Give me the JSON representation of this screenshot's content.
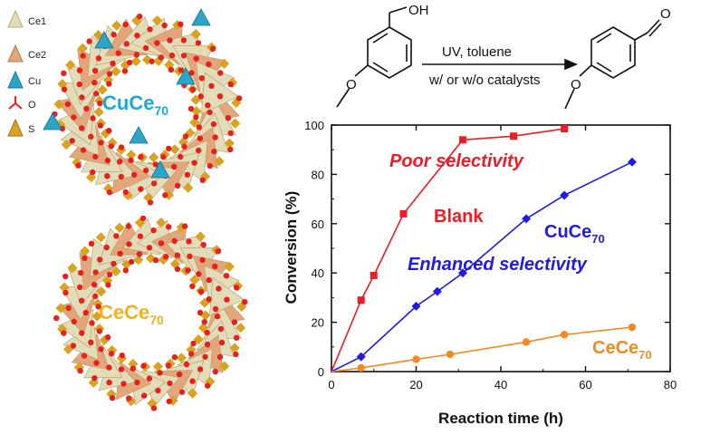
{
  "legend": {
    "items": [
      {
        "label": "Ce1",
        "color": "#e3dcb8"
      },
      {
        "label": "Ce2",
        "color": "#e3a67a"
      },
      {
        "label": "Cu",
        "color": "#2aa6c8"
      },
      {
        "label": "O",
        "color": "#e8201c"
      },
      {
        "label": "S",
        "color": "#d9a21f"
      }
    ]
  },
  "rings": {
    "top": {
      "base": "CuCe",
      "sub": "70",
      "color": "#1ea8cf"
    },
    "bottom": {
      "base": "CeCe",
      "sub": "70",
      "color": "#f2b21a"
    }
  },
  "scheme": {
    "reactant_group": "OH",
    "product_group": "O",
    "methoxy": "O",
    "arrow_top": "UV, toluene",
    "arrow_bottom": "w/  or w/o  catalysts"
  },
  "chart_data": {
    "type": "line",
    "xlabel": "Reaction time (h)",
    "ylabel": "Conversion (%)",
    "xlim": [
      0,
      80
    ],
    "ylim": [
      0,
      100
    ],
    "xticks": [
      0,
      20,
      40,
      60,
      80
    ],
    "yticks": [
      0,
      20,
      40,
      60,
      80,
      100
    ],
    "series": [
      {
        "name": "Blank",
        "color": "#ee1c25",
        "marker": "square",
        "x": [
          0,
          7,
          10,
          17,
          31,
          43,
          55
        ],
        "y": [
          0,
          29,
          39,
          64,
          94,
          95.5,
          98.5
        ]
      },
      {
        "name": "CuCe",
        "sub": "70",
        "color": "#1f1ae8",
        "marker": "diamond",
        "x": [
          0,
          7,
          20,
          25,
          31,
          46,
          55,
          71
        ],
        "y": [
          0,
          6,
          26.5,
          32.5,
          40,
          62,
          71.5,
          85
        ]
      },
      {
        "name": "CeCe",
        "sub": "70",
        "color": "#f5891f",
        "marker": "circle",
        "x": [
          0,
          7,
          20,
          28,
          46,
          55,
          71
        ],
        "y": [
          0,
          1.5,
          5,
          7,
          12,
          15,
          18
        ]
      }
    ],
    "annotations": {
      "poor": "Poor selectivity",
      "enhanced": "Enhanced selectivity"
    }
  }
}
